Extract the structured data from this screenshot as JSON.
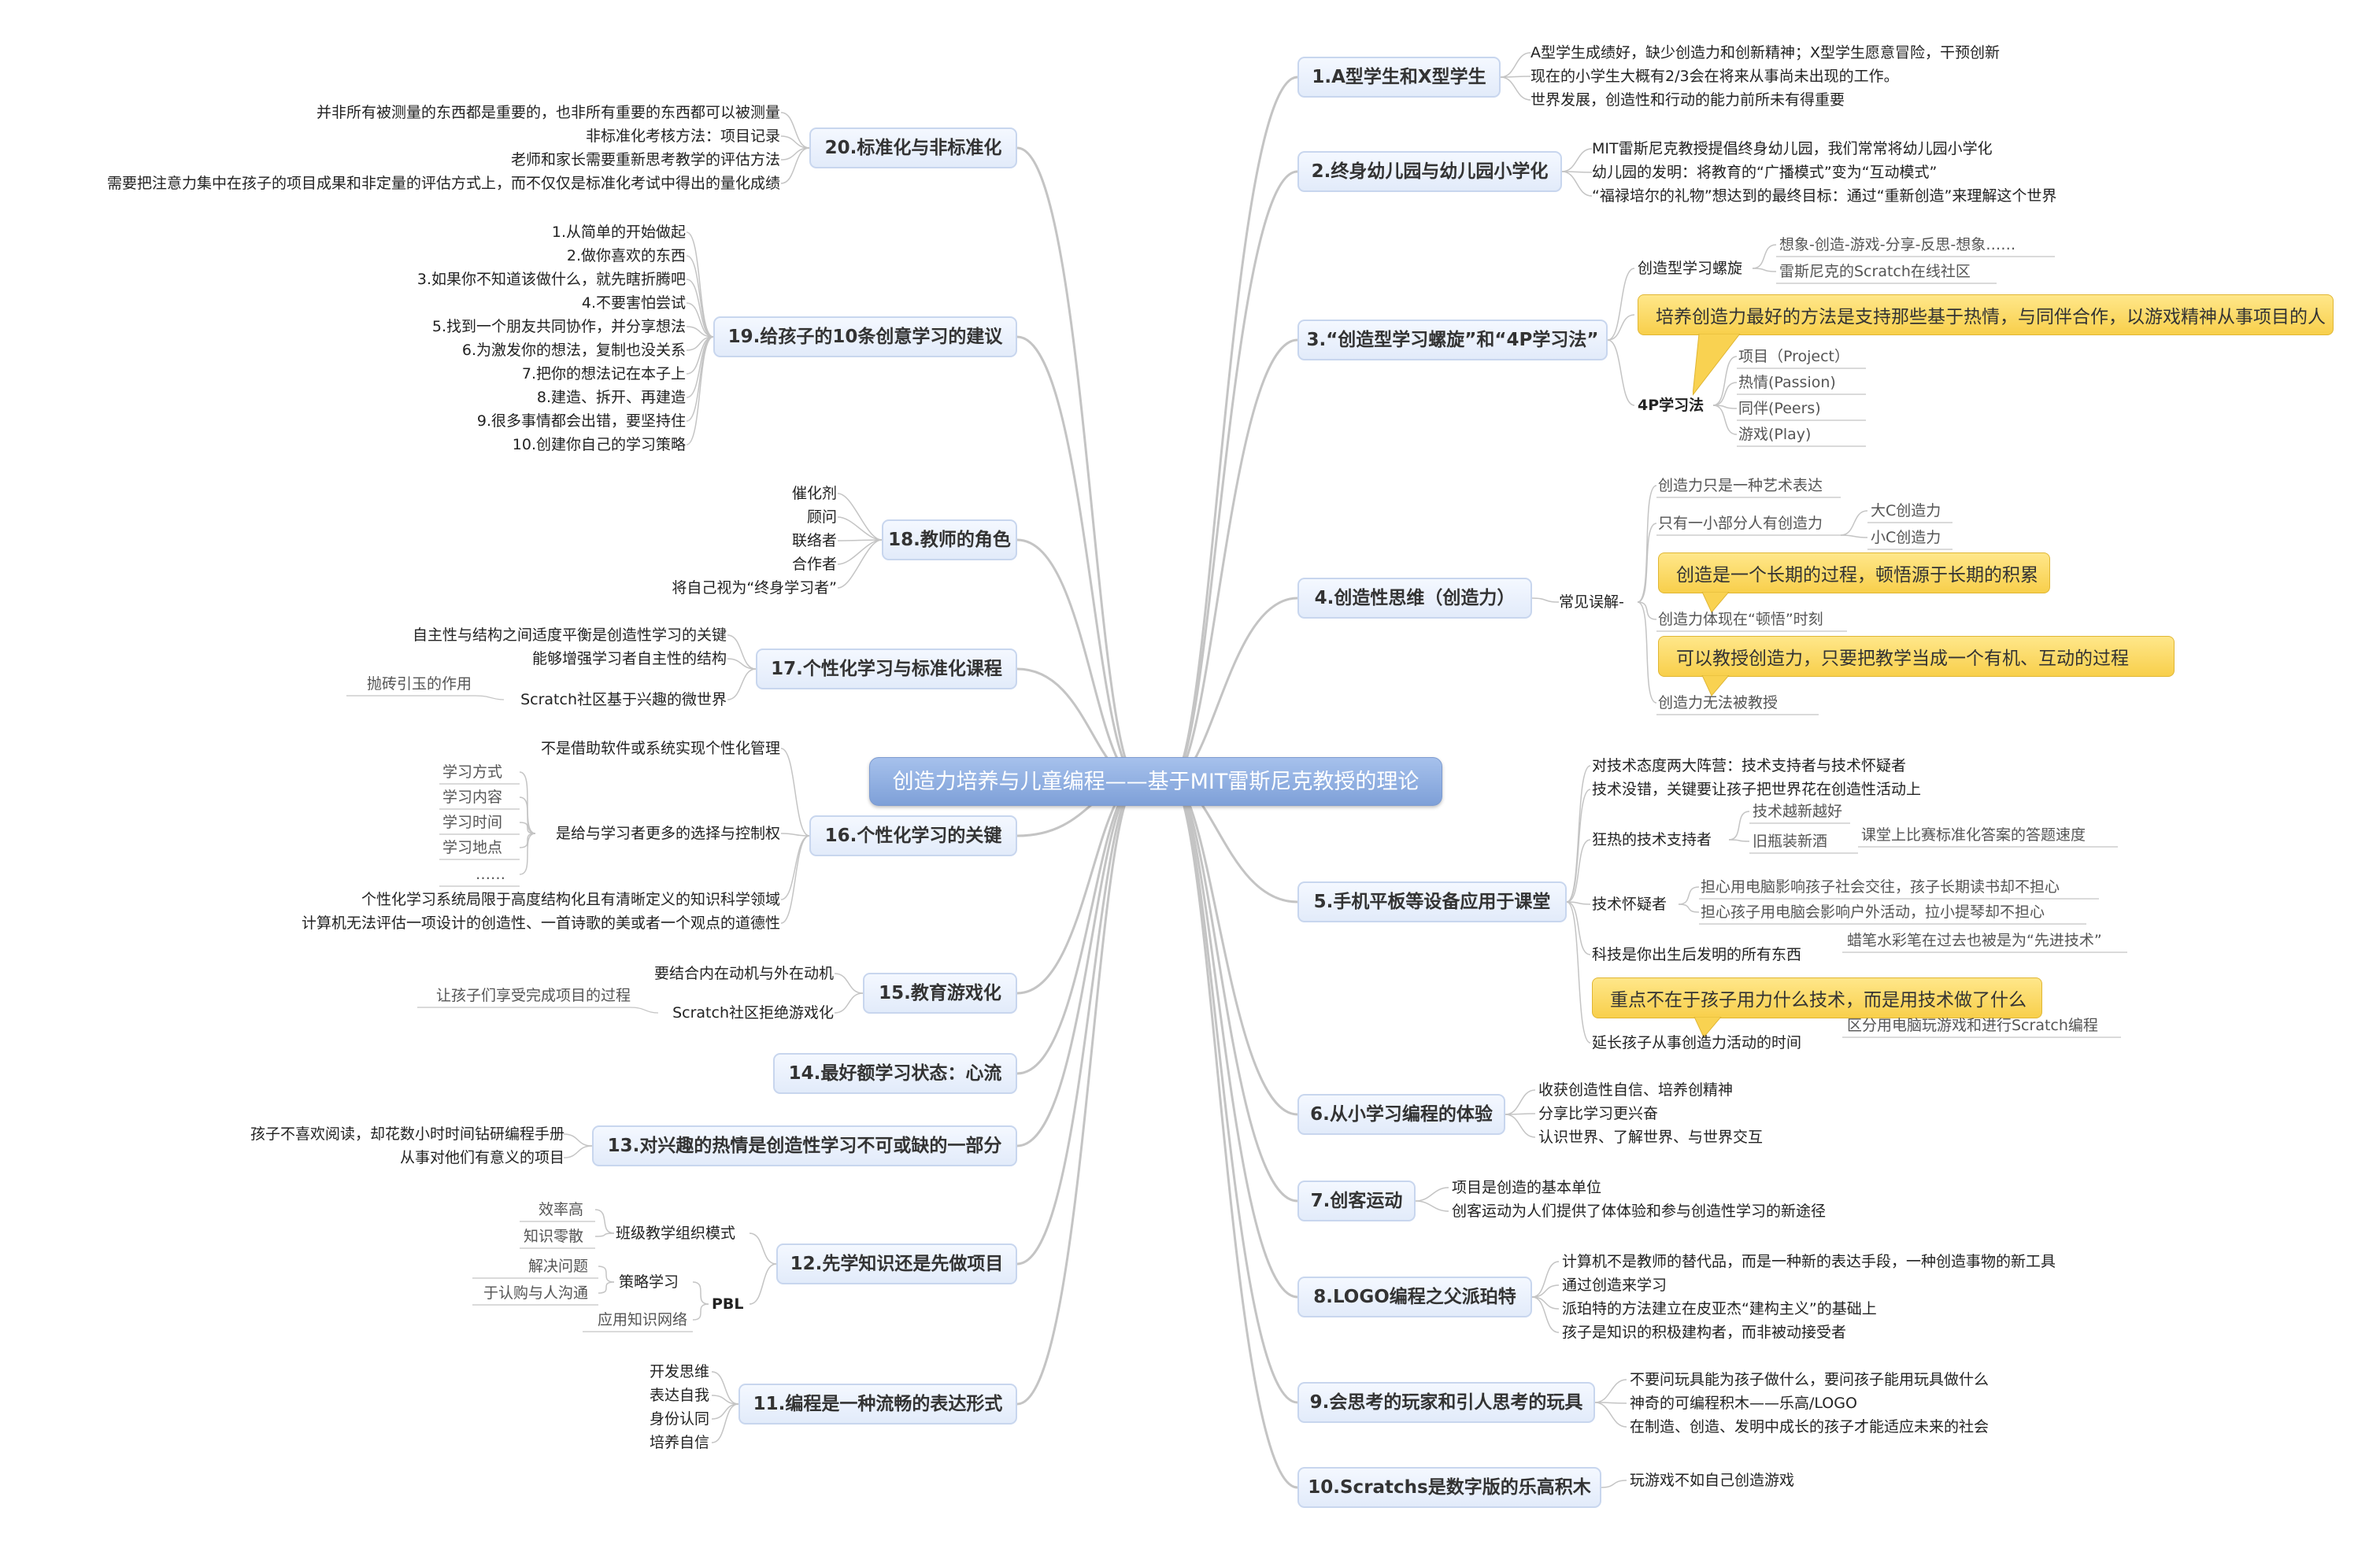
{
  "root": "创造力培养与儿童编程——基于MIT雷斯尼克教授的理论",
  "right": {
    "b1": {
      "title": "1.A型学生和X型学生",
      "items": [
        "A型学生成绩好，缺少创造力和创新精神；X型学生愿意冒险，干预创新",
        "现在的小学生大概有2/3会在将来从事尚未出现的工作。",
        "世界发展，创造性和行动的能力前所未有得重要"
      ]
    },
    "b2": {
      "title": "2.终身幼儿园与幼儿园小学化",
      "items": [
        "MIT雷斯尼克教授提倡终身幼儿园，我们常常将幼儿园小学化",
        "幼儿园的发明：将教育的“广播模式”变为“互动模式”",
        "“福禄培尔的礼物”想达到的最终目标：通过“重新创造”来理解这个世界"
      ]
    },
    "b3": {
      "title": "3.“创造型学习螺旋”和“4P学习法”",
      "spiral": "创造型学习螺旋",
      "spiral_items": [
        "想象-创造-游戏-分享-反思-想象……",
        "雷斯尼克的Scratch在线社区"
      ],
      "callout": "培养创造力最好的方法是支持那些基于热情，与同伴合作，以游戏精神从事项目的人",
      "p4": "4P学习法",
      "p4_items": [
        "项目（Project）",
        "热情(Passion)",
        "同伴(Peers)",
        "游戏(Play)"
      ]
    },
    "b4": {
      "title": "4.创造性思维（创造力）",
      "mis": "常见误解-",
      "a": "创造力只是一种艺术表达",
      "b": "只有一小部分人有创造力",
      "b_items": [
        "大C创造力",
        "小C创造力"
      ],
      "callout1": "创造是一个长期的过程，顿悟源于长期的积累",
      "c": "创造力体现在“顿悟”时刻",
      "callout2": "可以教授创造力，只要把教学当成一个有机、互动的过程",
      "d": "创造力无法被教授"
    },
    "b5": {
      "title": "5.手机平板等设备应用于课堂",
      "l1": "对技术态度两大阵营：技术支持者与技术怀疑者",
      "l2": "技术没错，关键要让孩子把世界花在创造性活动上",
      "fan": "狂热的技术支持者",
      "fan_a": "技术越新越好",
      "fan_b": "旧瓶装新酒",
      "fan_b_sub": "课堂上比赛标准化答案的答题速度",
      "sk": "技术怀疑者",
      "sk_a": "担心用电脑影响孩子社会交往，孩子长期读书却不担心",
      "sk_b": "担心孩子用电脑会影响户外活动，拉小提琴却不担心",
      "tech": "科技是你出生后发明的所有东西",
      "tech_sub": "蜡笔水彩笔在过去也被是为“先进技术”",
      "callout": "重点不在于孩子用力什么技术，而是用技术做了什么",
      "ext": "延长孩子从事创造力活动的时间",
      "ext_sub": "区分用电脑玩游戏和进行Scratch编程"
    },
    "b6": {
      "title": "6.从小学习编程的体验",
      "items": [
        "收获创造性自信、培养创精神",
        "分享比学习更兴奋",
        "认识世界、了解世界、与世界交互"
      ]
    },
    "b7": {
      "title": "7.创客运动",
      "items": [
        "项目是创造的基本单位",
        "创客运动为人们提供了体体验和参与创造性学习的新途径"
      ]
    },
    "b8": {
      "title": "8.LOGO编程之父派珀特",
      "items": [
        "计算机不是教师的替代品，而是一种新的表达手段，一种创造事物的新工具",
        "通过创造来学习",
        "派珀特的方法建立在皮亚杰“建构主义”的基础上",
        "孩子是知识的积极建构者，而非被动接受者"
      ]
    },
    "b9": {
      "title": "9.会思考的玩家和引人思考的玩具",
      "items": [
        "不要问玩具能为孩子做什么，要问孩子能用玩具做什么",
        "神奇的可编程积木——乐高/LOGO",
        "在制造、创造、发明中成长的孩子才能适应未来的社会"
      ]
    },
    "b10": {
      "title": "10.Scratchs是数字版的乐高积木",
      "items": [
        "玩游戏不如自己创造游戏"
      ]
    }
  },
  "left": {
    "b20": {
      "title": "20.标准化与非标准化",
      "items": [
        "并非所有被测量的东西都是重要的，也非所有重要的东西都可以被测量",
        "非标准化考核方法：项目记录",
        "老师和家长需要重新思考教学的评估方法",
        "需要把注意力集中在孩子的项目成果和非定量的评估方式上，而不仅仅是标准化考试中得出的量化成绩"
      ]
    },
    "b19": {
      "title": "19.给孩子的10条创意学习的建议",
      "items": [
        "1.从简单的开始做起",
        "2.做你喜欢的东西",
        "3.如果你不知道该做什么，就先瞎折腾吧",
        "4.不要害怕尝试",
        "5.找到一个朋友共同协作，并分享想法",
        "6.为激发你的想法，复制也没关系",
        "7.把你的想法记在本子上",
        "8.建造、拆开、再建造",
        "9.很多事情都会出错，要坚持住",
        "10.创建你自己的学习策略"
      ]
    },
    "b18": {
      "title": "18.教师的角色",
      "items": [
        "催化剂",
        "顾问",
        "联络者",
        "合作者",
        "将自己视为“终身学习者”"
      ]
    },
    "b17": {
      "title": "17.个性化学习与标准化课程",
      "items": [
        "自主性与结构之间适度平衡是创造性学习的关键",
        "能够增强学习者自主性的结构",
        "Scratch社区基于兴趣的微世界"
      ],
      "sub": "抛砖引玉的作用"
    },
    "b16": {
      "title": "16.个性化学习的关键",
      "a": "不是借助软件或系统实现个性化管理",
      "b": "是给与学习者更多的选择与控制权",
      "b_items": [
        "学习方式",
        "学习内容",
        "学习时间",
        "学习地点",
        "……"
      ],
      "c": "个性化学习系统局限于高度结构化且有清晰定义的知识科学领域",
      "d": "计算机无法评估一项设计的创造性、一首诗歌的美或者一个观点的道德性"
    },
    "b15": {
      "title": "15.教育游戏化",
      "items": [
        "要结合内在动机与外在动机",
        "Scratch社区拒绝游戏化"
      ],
      "sub": "让孩子们享受完成项目的过程"
    },
    "b14": {
      "title": "14.最好额学习状态：心流"
    },
    "b13": {
      "title": "13.对兴趣的热情是创造性学习不可或缺的一部分",
      "items": [
        "孩子不喜欢阅读，却花数小时时间钻研编程手册",
        "从事对他们有意义的项目"
      ]
    },
    "b12": {
      "title": "12.先学知识还是先做项目",
      "cls": "班级教学组织模式",
      "cls_items": [
        "效率高",
        "知识零散"
      ],
      "pbl": "PBL",
      "strat": "策略学习",
      "strat_items": [
        "解决问题",
        "于认购与人沟通"
      ],
      "net": "应用知识网络"
    },
    "b11": {
      "title": "11.编程是一种流畅的表达形式",
      "items": [
        "开发思维",
        "表达自我",
        "身份认同",
        "培养自信"
      ]
    }
  },
  "colors": {
    "root": "#8fb0e2",
    "branch_fill": "#e9f0fb",
    "line": "#c4c4c4",
    "callout": "#fbd65c"
  }
}
